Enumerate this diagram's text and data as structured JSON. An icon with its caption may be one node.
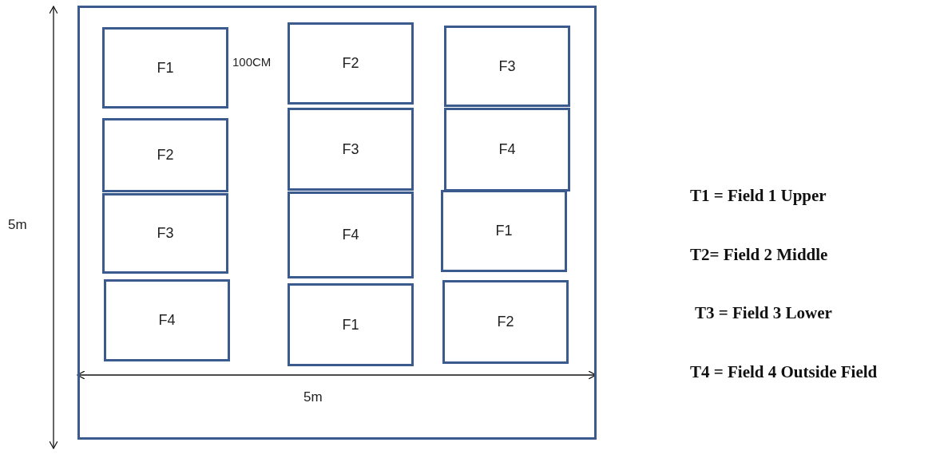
{
  "diagram": {
    "nodes": [
      {
        "text": [],
        "shape": "box"
      },
      {
        "text": [
          "F1"
        ],
        "in": 0
      },
      {
        "text": [
          "F2"
        ],
        "in": 0
      },
      {
        "text": [
          "F3"
        ],
        "in": 0
      },
      {
        "text": [
          "F2"
        ],
        "in": 0
      },
      {
        "text": [
          "F3"
        ],
        "in": 0
      },
      {
        "text": [
          "F4"
        ],
        "in": 0
      },
      {
        "text": [
          "F3"
        ],
        "in": 0
      },
      {
        "text": [
          "F4"
        ],
        "in": 0
      },
      {
        "text": [
          "F1"
        ],
        "in": 0
      },
      {
        "text": [
          "F4"
        ],
        "in": 0
      },
      {
        "text": [
          "F1"
        ],
        "in": 0
      },
      {
        "text": [
          "F2"
        ],
        "in": 0
      }
    ],
    "edges": [],
    "labels": [
      "100CM",
      "5m",
      "5m",
      "T1 = Field 1 Upper",
      "T2= Field 2 Middle",
      "T3 = Field 3 Lower",
      "T4 = Field 4 Outside Field"
    ]
  }
}
